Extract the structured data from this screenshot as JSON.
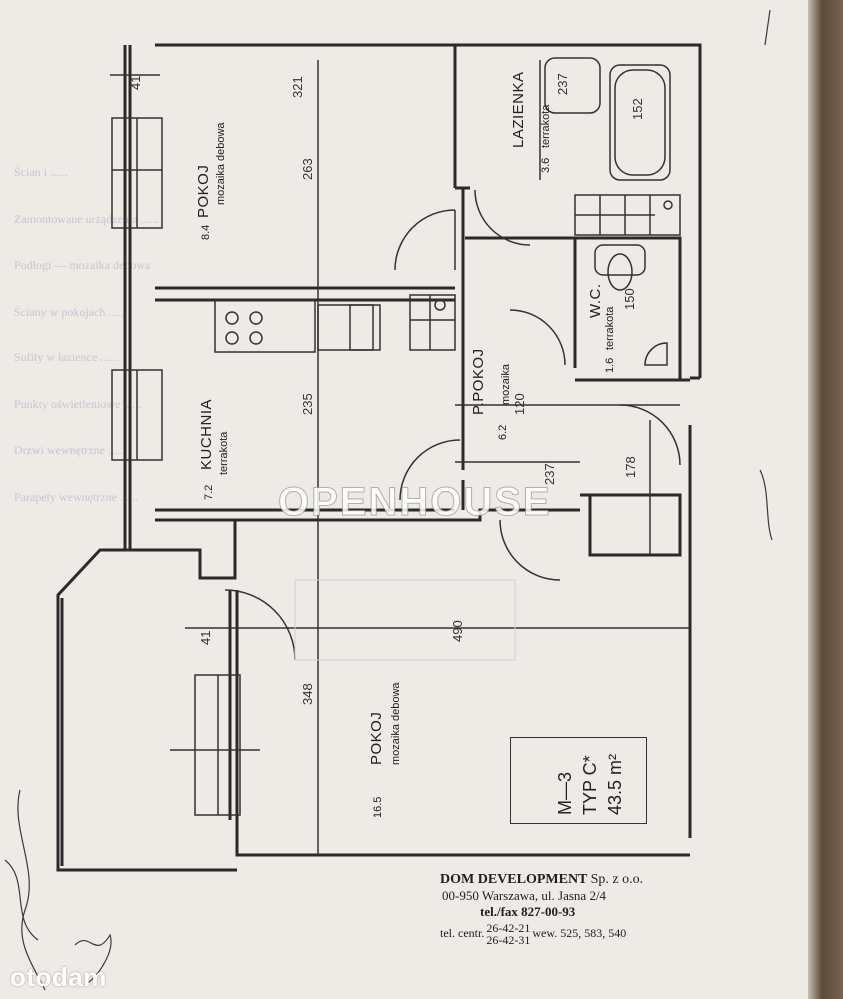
{
  "background_lines": [
    "Ścian i ......",
    "Zamontowane urządzenia ......",
    "Podłogi — mozaika debowa",
    "Ściany w pokojach ......",
    "Sufity w łazience ......",
    "Punkty oświetleniowe ......",
    "Drzwi wewnętrzne ......",
    "Parapety wewnętrzne ......"
  ],
  "rooms": [
    {
      "name": "POKOJ",
      "area": "8.4",
      "finish": "mozaika debowa"
    },
    {
      "name": "LAZIENKA",
      "area": "3.6",
      "finish": "terrakota"
    },
    {
      "name": "W.C.",
      "area": "1.6",
      "finish": "terrakota"
    },
    {
      "name": "KUCHNIA",
      "area": "7.2",
      "finish": "terrakota"
    },
    {
      "name": "P.POKOJ",
      "area": "6.2",
      "finish": "mozaika"
    },
    {
      "name": "POKOJ",
      "area": "16.5",
      "finish": "mozaika debowa"
    }
  ],
  "dimensions": {
    "d41_top": "41",
    "d321": "321",
    "d263": "263",
    "d237_top": "237",
    "d152": "152",
    "d150": "150",
    "d235": "235",
    "d120": "120",
    "d237_mid": "237",
    "d178": "178",
    "d490": "490",
    "d41_mid": "41",
    "d348": "348"
  },
  "unit_type": {
    "line1": "M—3",
    "line2": "TYP C*",
    "line3": "43.5 m²"
  },
  "company": {
    "name": "DOM DEVELOPMENT",
    "suffix": "Sp. z o.o.",
    "address": "00-950 Warszawa, ul. Jasna 2/4",
    "phone": "tel./fax 827-00-93",
    "centr_label": "tel. centr.",
    "centr_1": "26-42-21",
    "centr_2": "26-42-31",
    "ext": "wew. 525, 583, 540"
  },
  "watermark": "OPENHOUSE",
  "brand_logo": "otodam",
  "colors": {
    "paper": "#eeeae5",
    "ink": "#222222",
    "table_edge": "#6e5a48"
  }
}
